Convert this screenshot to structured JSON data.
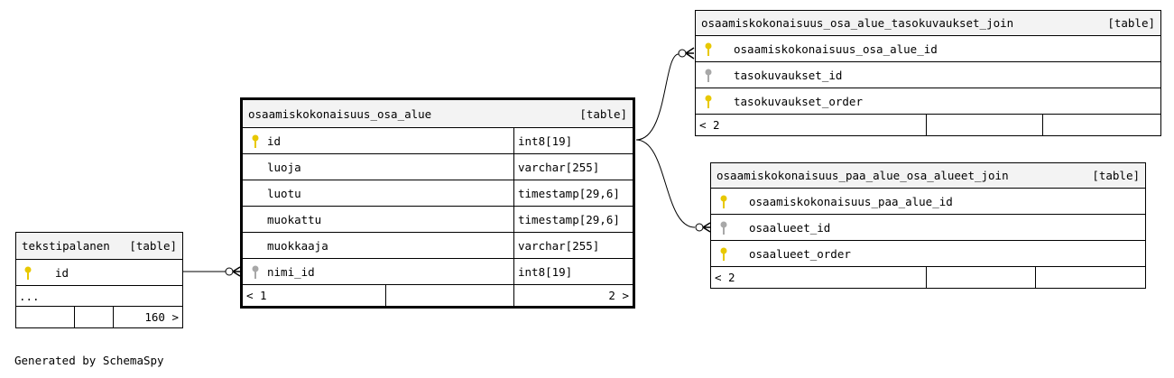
{
  "tables": {
    "main": {
      "name": "osaamiskokonaisuus_osa_alue",
      "tag": "[table]",
      "columns": [
        {
          "name": "id",
          "type": "int8[19]",
          "key": "primary"
        },
        {
          "name": "luoja",
          "type": "varchar[255]",
          "key": "none"
        },
        {
          "name": "luotu",
          "type": "timestamp[29,6]",
          "key": "none"
        },
        {
          "name": "muokattu",
          "type": "timestamp[29,6]",
          "key": "none"
        },
        {
          "name": "muokkaaja",
          "type": "varchar[255]",
          "key": "none"
        },
        {
          "name": "nimi_id",
          "type": "int8[19]",
          "key": "foreign"
        }
      ],
      "footer_left": "< 1",
      "footer_right": "2 >"
    },
    "tekstipalanen": {
      "name": "tekstipalanen",
      "tag": "[table]",
      "columns": [
        {
          "name": "id",
          "key": "primary"
        }
      ],
      "ellipsis": "...",
      "footer_right": "160 >"
    },
    "tasokuvaukset_join": {
      "name": "osaamiskokonaisuus_osa_alue_tasokuvaukset_join",
      "tag": "[table]",
      "columns": [
        {
          "name": "osaamiskokonaisuus_osa_alue_id",
          "key": "primary"
        },
        {
          "name": "tasokuvaukset_id",
          "key": "foreign"
        },
        {
          "name": "tasokuvaukset_order",
          "key": "primary"
        }
      ],
      "footer_left": "< 2"
    },
    "osa_alueet_join": {
      "name": "osaamiskokonaisuus_paa_alue_osa_alueet_join",
      "tag": "[table]",
      "columns": [
        {
          "name": "osaamiskokonaisuus_paa_alue_id",
          "key": "primary"
        },
        {
          "name": "osaalueet_id",
          "key": "foreign"
        },
        {
          "name": "osaalueet_order",
          "key": "primary"
        }
      ],
      "footer_left": "< 2"
    }
  },
  "colors": {
    "primary_key": "#e8c800",
    "foreign_key": "#a8a8a8",
    "header_bg": "#f3f3f3"
  },
  "icons": {
    "primary": "key-icon",
    "foreign": "key-icon"
  },
  "credit": "Generated by SchemaSpy"
}
